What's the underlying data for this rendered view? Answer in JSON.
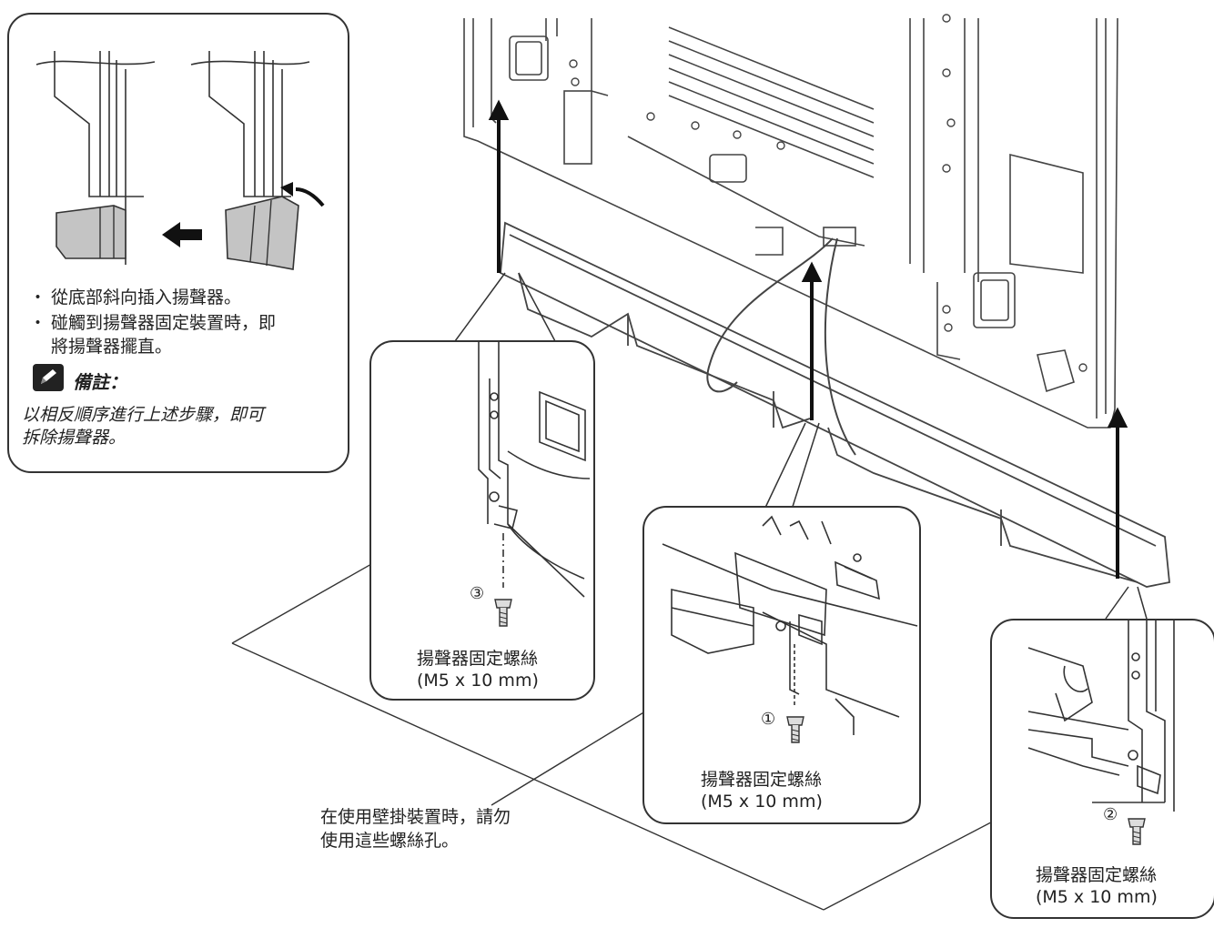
{
  "inset_instructions": {
    "bullets": [
      {
        "dot": "・",
        "text": "從底部斜向插入揚聲器。"
      },
      {
        "dot": "・",
        "text_line1": "碰觸到揚聲器固定裝置時，即",
        "text_line2": "將揚聲器擺直。"
      }
    ],
    "note": {
      "icon": "pencil-note-icon",
      "title": "備註：",
      "line1": "以相反順序進行上述步驟，即可",
      "line2": "拆除揚聲器。"
    }
  },
  "callouts": [
    {
      "id": "3",
      "marker": "③",
      "label": "揚聲器固定螺絲",
      "spec": "(M5 x 10 mm)"
    },
    {
      "id": "1",
      "marker": "①",
      "label": "揚聲器固定螺絲",
      "spec": "(M5 x 10 mm)"
    },
    {
      "id": "2",
      "marker": "②",
      "label": "揚聲器固定螺絲",
      "spec": "(M5 x 10 mm)"
    }
  ],
  "warning": {
    "line1": "在使用壁掛裝置時，請勿",
    "line2": "使用這些螺絲孔。"
  },
  "colors": {
    "line": "#333333",
    "fill_gray": "#bdbdbd",
    "arrow": "#111111"
  }
}
